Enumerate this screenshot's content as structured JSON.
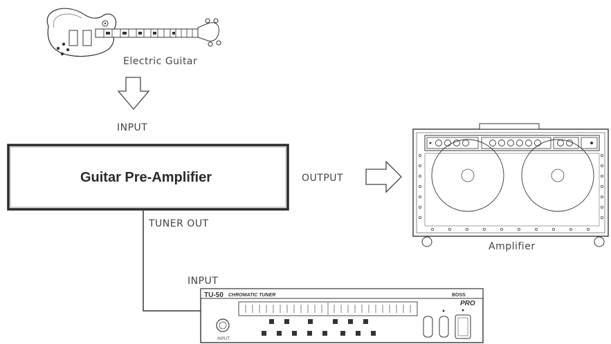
{
  "guitar": {
    "label": "Electric Guitar"
  },
  "guitar_arrow_label": "INPUT",
  "preamp": {
    "title": "Guitar Pre-Amplifier"
  },
  "output_label": "OUTPUT",
  "amplifier": {
    "label": "Amplifier"
  },
  "tuner_out_label": "TUNER OUT",
  "tuner_input_label": "INPUT",
  "tuner": {
    "model": "TU-50",
    "name": "CHROMATIC TUNER",
    "brand": "BOSS",
    "sub_brand": "PRO"
  }
}
